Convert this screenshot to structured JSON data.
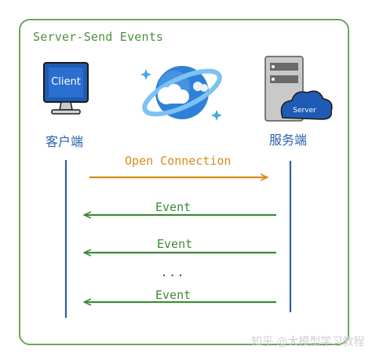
{
  "title": "Server-Send Events",
  "client": {
    "screen_text": "Client",
    "label": "客户端"
  },
  "server": {
    "cloud_text": "Server",
    "label": "服务端"
  },
  "messages": [
    {
      "text": "Open Connection",
      "direction": "client-to-server",
      "color": "#d68a1e"
    },
    {
      "text": "Event",
      "direction": "server-to-client",
      "color": "#3d8a36"
    },
    {
      "text": "Event",
      "direction": "server-to-client",
      "color": "#3d8a36"
    },
    {
      "text": "Event",
      "direction": "server-to-client",
      "color": "#3d8a36"
    }
  ],
  "ellipsis": "...",
  "watermark": "知乎 @大模型学习教程",
  "colors": {
    "frame": "#69a65a",
    "lifeline": "#2f5fa8",
    "accent_blue": "#2a62a8"
  }
}
